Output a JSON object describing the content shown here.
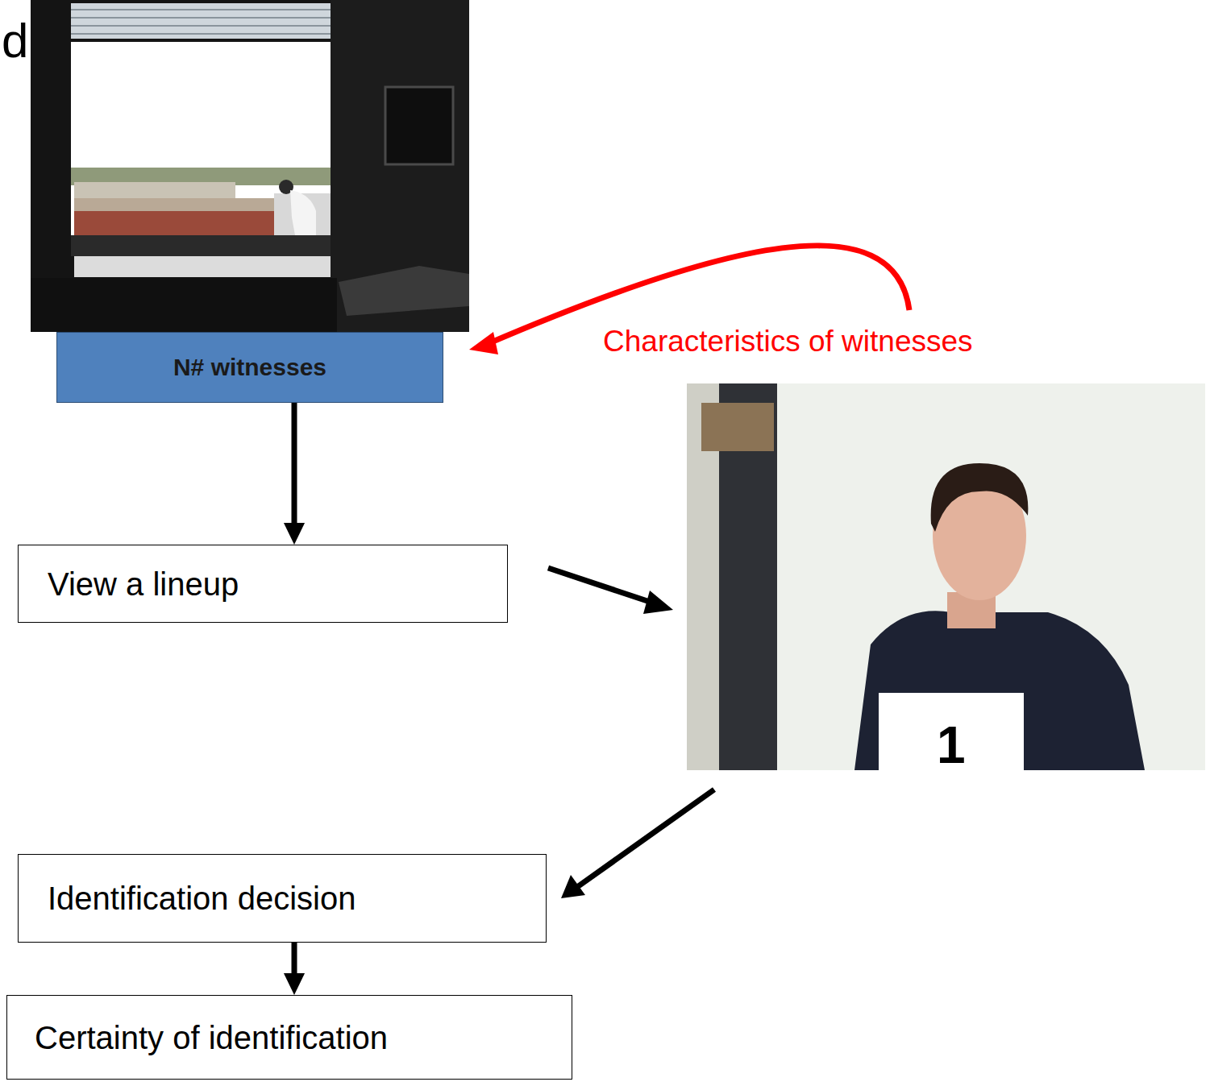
{
  "diagram": {
    "nodes": [
      {
        "text": [
          "N# witnesses"
        ]
      },
      {
        "text": [
          "View a lineup"
        ]
      },
      {
        "text": [
          "Identification decision"
        ]
      },
      {
        "text": [
          "Certainty of identification"
        ]
      }
    ],
    "edges": [
      {
        "from": 0,
        "to": 1,
        "arrow": "to"
      },
      {
        "from": 2,
        "to": 3,
        "arrow": "to"
      }
    ],
    "labels": [
      "d",
      "Characteristics of witnesses",
      "1"
    ]
  }
}
